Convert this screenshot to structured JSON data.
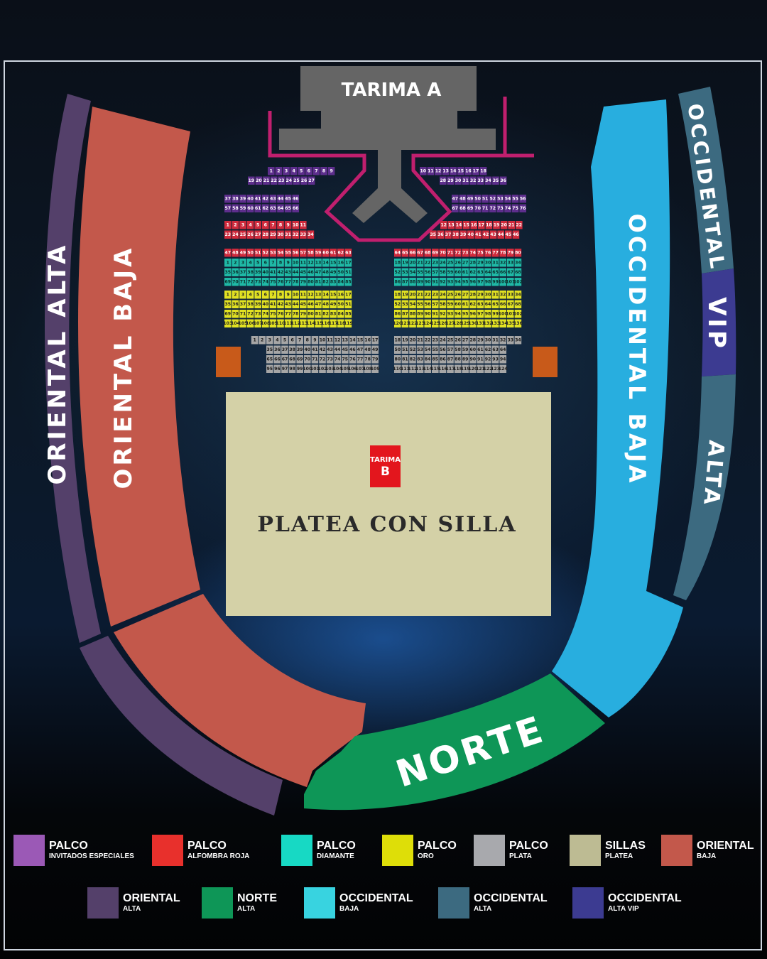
{
  "stages": {
    "tarima_a": "TARIMA A",
    "tarima_b_line1": "TARIMA",
    "tarima_b_line2": "B"
  },
  "platea": "PLATEA CON SILLA",
  "sections": {
    "oriental_alta": "ORIENTAL ALTA",
    "oriental_baja": "ORIENTAL BAJA",
    "occidental_baja": "OCCIDENTAL BAJA",
    "occidental": "OCCIDENTAL",
    "vip": "VIP",
    "alta": "ALTA",
    "norte": "NORTE"
  },
  "colors": {
    "oriental_alta": "#54406a",
    "oriental_baja": "#c3584b",
    "occidental_baja": "#28aedf",
    "occidental_alta": "#3c6a80",
    "occidental_vip": "#3c3b91",
    "norte": "#0e9657",
    "platea": "#d4d1a7",
    "stage": "#656565",
    "runway_outline": "#c01f6e",
    "palco_invitados": "#5d2e8c",
    "palco_alfombra": "#d02a3c",
    "palco_diamante": "#1fb9a6",
    "palco_oro": "#e2e222",
    "palco_plata": "#a6a6a6",
    "corner_box": "#c85a1a"
  },
  "seating": {
    "left_blocks": [
      {
        "color": "palco_invitados",
        "rows": [
          [
            1,
            2,
            3,
            4,
            5,
            6,
            7,
            8,
            9
          ],
          [
            19,
            20,
            21,
            22,
            23,
            24,
            25,
            26,
            27
          ]
        ]
      },
      {
        "color": "palco_invitados",
        "rows": [
          [
            37,
            38,
            39,
            40,
            41,
            42,
            43,
            44,
            45,
            46
          ],
          [
            57,
            58,
            59,
            60,
            61,
            62,
            63,
            64,
            65,
            66
          ]
        ]
      },
      {
        "color": "palco_alfombra",
        "rows": [
          [
            1,
            2,
            3,
            4,
            5,
            6,
            7,
            8,
            9,
            10,
            11
          ],
          [
            23,
            24,
            25,
            26,
            27,
            28,
            29,
            30,
            31,
            32,
            33,
            34
          ]
        ]
      },
      {
        "color": "palco_alfombra",
        "rows": [
          [
            47,
            48,
            49,
            50,
            51,
            52,
            53,
            54,
            55,
            56,
            57,
            58,
            59,
            60,
            61,
            62,
            63
          ]
        ]
      },
      {
        "color": "palco_diamante",
        "rows": [
          [
            1,
            2,
            3,
            4,
            5,
            6,
            7,
            8,
            9,
            10,
            11,
            12,
            13,
            14,
            15,
            16,
            17
          ],
          [
            35,
            36,
            37,
            38,
            39,
            40,
            41,
            42,
            43,
            44,
            45,
            46,
            47,
            48,
            49,
            50,
            51
          ],
          [
            69,
            70,
            71,
            72,
            73,
            74,
            75,
            76,
            77,
            78,
            79,
            80,
            81,
            82,
            83,
            84,
            85
          ]
        ]
      },
      {
        "color": "palco_oro",
        "rows": [
          [
            1,
            2,
            3,
            4,
            5,
            6,
            7,
            8,
            9,
            10,
            11,
            12,
            13,
            14,
            15,
            16,
            17
          ],
          [
            35,
            36,
            37,
            38,
            39,
            40,
            41,
            42,
            43,
            44,
            45,
            46,
            47,
            48,
            49,
            50,
            51
          ],
          [
            69,
            70,
            71,
            72,
            73,
            74,
            75,
            76,
            77,
            78,
            79,
            80,
            81,
            82,
            83,
            84,
            85
          ],
          [
            103,
            104,
            105,
            106,
            107,
            108,
            109,
            110,
            111,
            112,
            113,
            114,
            115,
            116,
            117,
            118,
            119
          ]
        ]
      },
      {
        "color": "palco_plata",
        "rows": [
          [
            1,
            2,
            3,
            4,
            5,
            6,
            7,
            8,
            9,
            10,
            11,
            12,
            13,
            14,
            15,
            16,
            17
          ],
          [
            35,
            36,
            37,
            38,
            39,
            40,
            41,
            42,
            43,
            44,
            45,
            46,
            47,
            48,
            49
          ],
          [
            65,
            66,
            67,
            68,
            69,
            70,
            71,
            72,
            73,
            74,
            75,
            76,
            77,
            78,
            79
          ],
          [
            95,
            96,
            97,
            98,
            99,
            100,
            101,
            102,
            103,
            104,
            105,
            106,
            107,
            108,
            109
          ]
        ]
      }
    ],
    "right_blocks": [
      {
        "color": "palco_invitados",
        "rows": [
          [
            10,
            11,
            12,
            13,
            14,
            15,
            16,
            17,
            18
          ],
          [
            28,
            29,
            30,
            31,
            32,
            33,
            34,
            35,
            36
          ]
        ]
      },
      {
        "color": "palco_invitados",
        "rows": [
          [
            47,
            48,
            49,
            50,
            51,
            52,
            53,
            54,
            55,
            56
          ],
          [
            67,
            68,
            69,
            70,
            71,
            72,
            73,
            74,
            75,
            76
          ]
        ]
      },
      {
        "color": "palco_alfombra",
        "rows": [
          [
            12,
            13,
            14,
            15,
            16,
            17,
            18,
            19,
            20,
            21,
            22
          ],
          [
            35,
            36,
            37,
            38,
            39,
            40,
            41,
            42,
            43,
            44,
            45,
            46
          ]
        ]
      },
      {
        "color": "palco_alfombra",
        "rows": [
          [
            64,
            65,
            66,
            67,
            68,
            69,
            70,
            71,
            72,
            73,
            74,
            75,
            76,
            77,
            78,
            79,
            80
          ]
        ]
      },
      {
        "color": "palco_diamante",
        "rows": [
          [
            18,
            19,
            20,
            21,
            22,
            23,
            24,
            25,
            26,
            27,
            28,
            29,
            30,
            31,
            32,
            33,
            34
          ],
          [
            52,
            53,
            54,
            55,
            56,
            57,
            58,
            59,
            60,
            61,
            62,
            63,
            64,
            65,
            66,
            67,
            68
          ],
          [
            86,
            87,
            88,
            89,
            90,
            91,
            92,
            93,
            94,
            95,
            96,
            97,
            98,
            99,
            100,
            101,
            102
          ]
        ]
      },
      {
        "color": "palco_oro",
        "rows": [
          [
            18,
            19,
            20,
            21,
            22,
            23,
            24,
            25,
            26,
            27,
            28,
            29,
            30,
            31,
            32,
            33,
            34
          ],
          [
            52,
            53,
            54,
            55,
            56,
            57,
            58,
            59,
            60,
            61,
            62,
            63,
            64,
            65,
            66,
            67,
            68
          ],
          [
            86,
            87,
            88,
            89,
            90,
            91,
            92,
            93,
            94,
            95,
            96,
            97,
            98,
            99,
            100,
            101,
            102
          ],
          [
            120,
            121,
            122,
            123,
            124,
            125,
            126,
            127,
            128,
            129,
            130,
            131,
            132,
            133,
            134,
            135,
            136
          ]
        ]
      },
      {
        "color": "palco_plata",
        "rows": [
          [
            18,
            19,
            20,
            21,
            22,
            23,
            24,
            25,
            26,
            27,
            28,
            29,
            30,
            31,
            32,
            33,
            34
          ],
          [
            50,
            51,
            52,
            53,
            54,
            55,
            56,
            57,
            58,
            59,
            60,
            61,
            62,
            63,
            64
          ],
          [
            80,
            81,
            82,
            83,
            84,
            85,
            86,
            87,
            88,
            89,
            90,
            91,
            92,
            93,
            94
          ],
          [
            110,
            111,
            112,
            113,
            114,
            115,
            116,
            117,
            118,
            119,
            120,
            121,
            122,
            123,
            124
          ]
        ]
      }
    ]
  },
  "legend": [
    {
      "title": "PALCO",
      "sub": "INVITADOS ESPECIALES",
      "color": "#9b59b6"
    },
    {
      "title": "PALCO",
      "sub": "ALFOMBRA ROJA",
      "color": "#e8302c"
    },
    {
      "title": "PALCO",
      "sub": "DIAMANTE",
      "color": "#17d9c4"
    },
    {
      "title": "PALCO",
      "sub": "ORO",
      "color": "#dede08"
    },
    {
      "title": "PALCO",
      "sub": "PLATA",
      "color": "#a8a9ad"
    },
    {
      "title": "SILLAS",
      "sub": "PLATEA",
      "color": "#bdbb93"
    },
    {
      "title": "ORIENTAL",
      "sub": "BAJA",
      "color": "#c3584b"
    },
    {
      "title": "ORIENTAL",
      "sub": "ALTA",
      "color": "#54406a"
    },
    {
      "title": "NORTE",
      "sub": "ALTA",
      "color": "#0e9657"
    },
    {
      "title": "OCCIDENTAL",
      "sub": "BAJA",
      "color": "#38d3e0"
    },
    {
      "title": "OCCIDENTAL",
      "sub": "ALTA",
      "color": "#3c6a80"
    },
    {
      "title": "OCCIDENTAL",
      "sub": "ALTA VIP",
      "color": "#3c3b91"
    }
  ]
}
